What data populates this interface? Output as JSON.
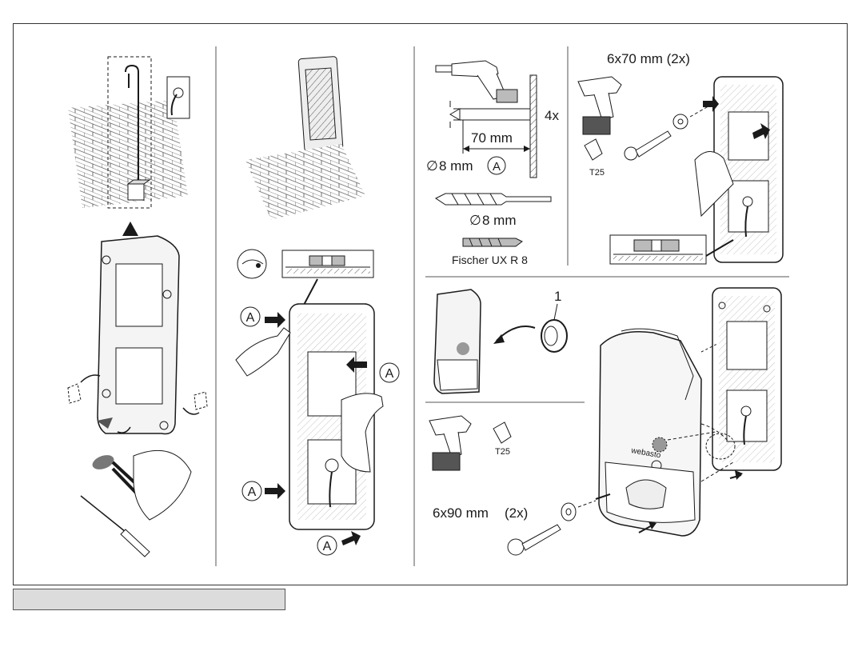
{
  "labels": {
    "marker_a": "A",
    "depth_count": "4x",
    "hole_depth": "70 mm",
    "hole_diameter": "8 mm",
    "bit_diameter": "8 mm",
    "diameter_symbol": "∅",
    "anchor_name": "Fischer UX R 8",
    "screw_top": "6x70 mm  (2x)",
    "screw_bottom": "6x90 mm",
    "screw_bottom_count": "(2x)",
    "torx_top": "T25",
    "torx_bottom": "T25",
    "part_1": "1",
    "brand": "webasto"
  },
  "icons": [
    "drill-icon",
    "cordless-drill-icon",
    "torx-bit-icon",
    "spirit-level-icon",
    "eye-icon",
    "pliers-icon",
    "screwdriver-icon",
    "wall-anchor-icon",
    "screw-icon",
    "washer-icon",
    "seal-ring-icon"
  ],
  "colors": {
    "line": "#1a1a1a",
    "panel_fill": "#eeeeee",
    "dark_fill": "#555555",
    "caption_bar": "#dcdcdc"
  }
}
